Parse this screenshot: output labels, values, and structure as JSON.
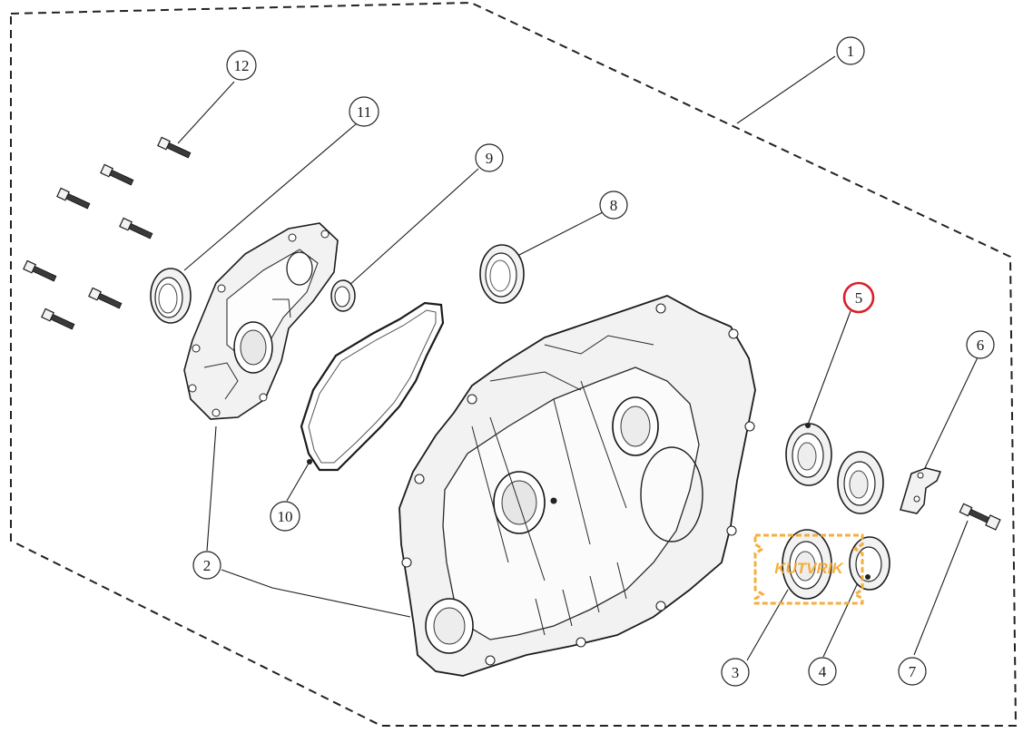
{
  "callouts": [
    {
      "number": "1",
      "part": "crankcase-assembly"
    },
    {
      "number": "2",
      "part": "crankcase-left-cover"
    },
    {
      "number": "3",
      "part": "bearing-3"
    },
    {
      "number": "4",
      "part": "bearing-4"
    },
    {
      "number": "5",
      "part": "bearing-5"
    },
    {
      "number": "6",
      "part": "retainer-plate"
    },
    {
      "number": "7",
      "part": "bolt-7"
    },
    {
      "number": "8",
      "part": "oil-seal-8"
    },
    {
      "number": "9",
      "part": "oil-seal-9"
    },
    {
      "number": "10",
      "part": "gasket"
    },
    {
      "number": "11",
      "part": "oil-seal-11"
    },
    {
      "number": "12",
      "part": "bolt-set"
    }
  ],
  "highlight": {
    "callout": "5",
    "color": "#d8202a"
  },
  "watermark": {
    "text": "KUTVRIK",
    "color": "#f4a72a"
  },
  "colors": {
    "line": "#1c1c1c",
    "background": "#ffffff"
  }
}
